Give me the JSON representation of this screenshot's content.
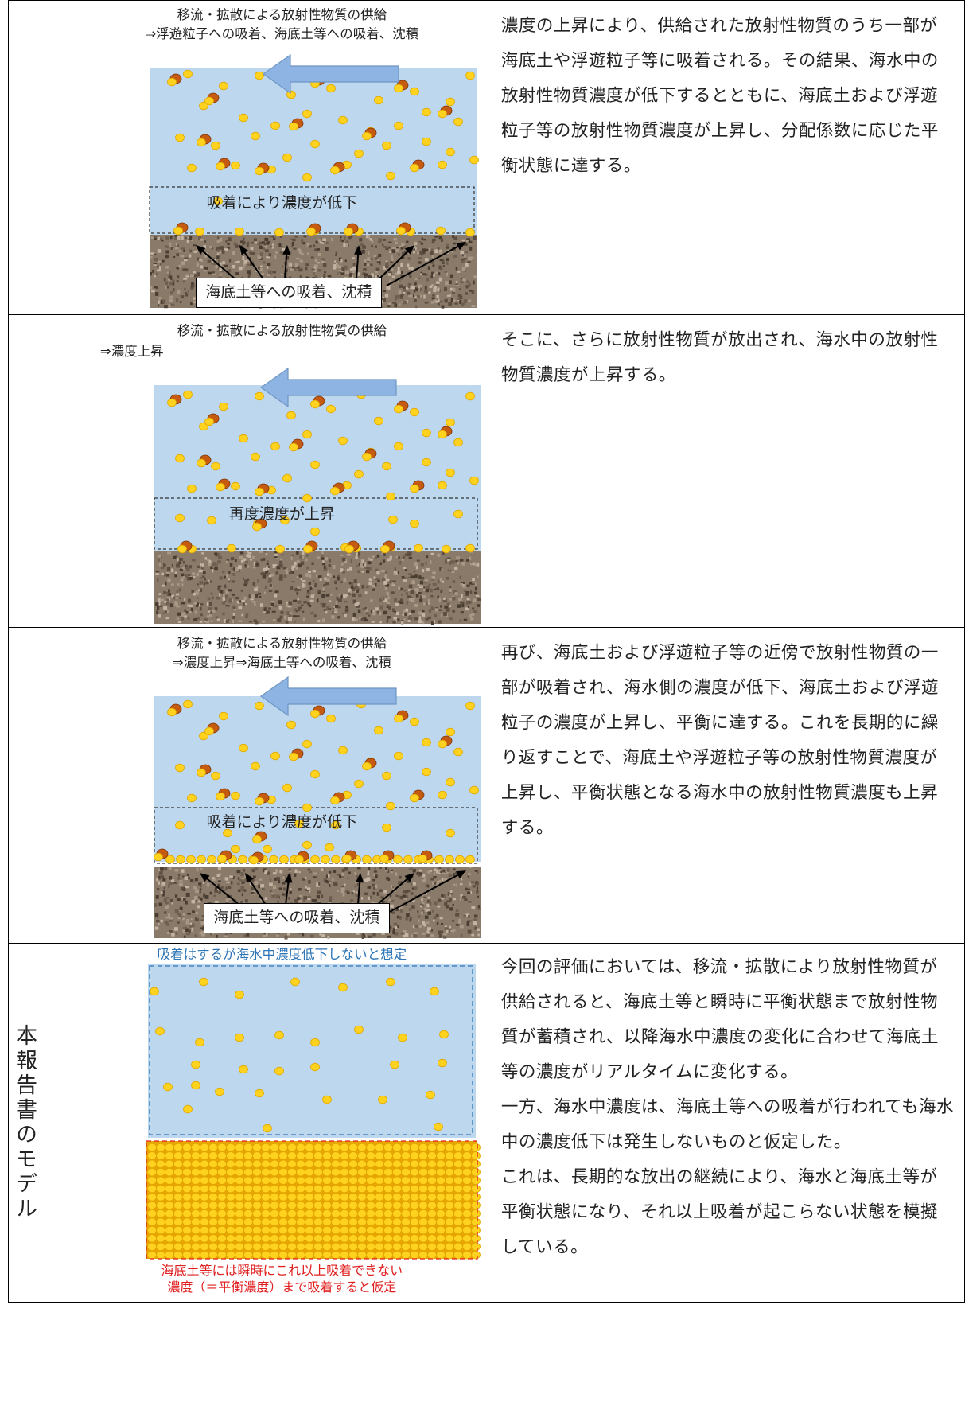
{
  "rows": [
    {
      "caption_line1": "移流・拡散による放射性物質の供給",
      "caption_line2": "⇒浮遊粒子への吸着、海底土等への吸着、沈積",
      "zone_label": "吸着により濃度が低下",
      "callout": "海底土等への吸着、沈積",
      "description": "濃度の上昇により、供給された放射性物質のうち一部が海底土や浮遊粒子等に吸着される。その結果、海水中の放射性物質濃度が低下するとともに、海底土および浮遊粒子等の放射性物質濃度が上昇し、分配係数に応じた平衡状態に達する。"
    },
    {
      "caption_line1": "移流・拡散による放射性物質の供給",
      "caption_line2": "⇒濃度上昇",
      "zone_label": "再度濃度が上昇",
      "description": "そこに、さらに放射性物質が放出され、海水中の放射性物質濃度が上昇する。"
    },
    {
      "caption_line1": "移流・拡散による放射性物質の供給",
      "caption_line2": "⇒濃度上昇⇒海底土等への吸着、沈積",
      "zone_label": "吸着により濃度が低下",
      "callout": "海底土等への吸着、沈積",
      "description": "再び、海底土および浮遊粒子等の近傍で放射性物質の一部が吸着され、海水側の濃度が低下、海底土および浮遊粒子の濃度が上昇し、平衡に達する。これを長期的に繰り返すことで、海底土や浮遊粒子等の放射性物質濃度が上昇し、平衡状態となる海水中の放射性物質濃度も上昇する。"
    },
    {
      "label": "本報告書のモデル",
      "top_note": "吸着はするが海水中濃度低下しないと想定",
      "bottom_note_line1": "海底土等には瞬時にこれ以上吸着できない",
      "bottom_note_line2": "濃度（＝平衡濃度）まで吸着すると仮定",
      "description_lines": [
        "今回の評価においては、移流・拡散により放射性物質が供給されると、海底土等と瞬時に平衡状態まで放射性物質が蓄積され、以降海水中濃度の変化に合わせて海底土等の濃度がリアルタイムに変化する。",
        "一方、海水中濃度は、海底土等への吸着が行われても海水中の濃度低下は発生しないものと仮定した。",
        "これは、長期的な放出の継続により、海水と海底土等が平衡状態になり、それ以上吸着が起こらない状態を模擬している。"
      ]
    }
  ],
  "colors": {
    "water": "#bdd7ee",
    "particle": "#ffd21f",
    "sediment_particle": "#c55a11",
    "arrow": "#8eb4e3",
    "note_blue": "#2e75b6",
    "note_red": "#e02020"
  }
}
